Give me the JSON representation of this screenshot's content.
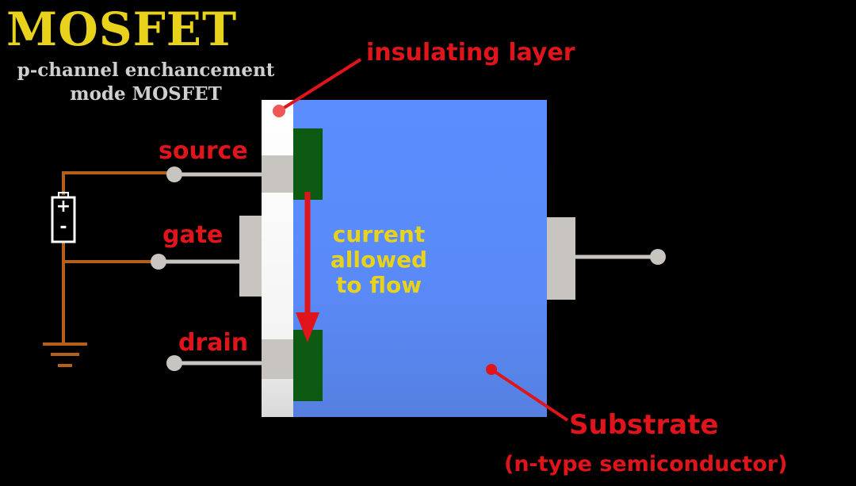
{
  "header": {
    "title": "MOSFET",
    "subtitle_line1": "p-channel enchancement",
    "subtitle_line2": "mode MOSFET"
  },
  "labels": {
    "insulating_layer": "insulating layer",
    "source": "source",
    "gate": "gate",
    "drain": "drain",
    "current_line1": "current",
    "current_line2": "allowed",
    "current_line3": "to flow",
    "substrate": "Substrate",
    "substrate_type": "(n-type semiconductor)"
  },
  "battery": {
    "plus": "+",
    "minus": "-"
  },
  "colors": {
    "background": "#000000",
    "title": "#e8d21c",
    "label_red": "#e0151b",
    "substrate_blue": "#5b8cff",
    "p_region_green": "#0d5a12",
    "insulator_white": "#ffffff",
    "terminal_gray": "#c8c4bf",
    "wire_orange": "#b5601a"
  }
}
